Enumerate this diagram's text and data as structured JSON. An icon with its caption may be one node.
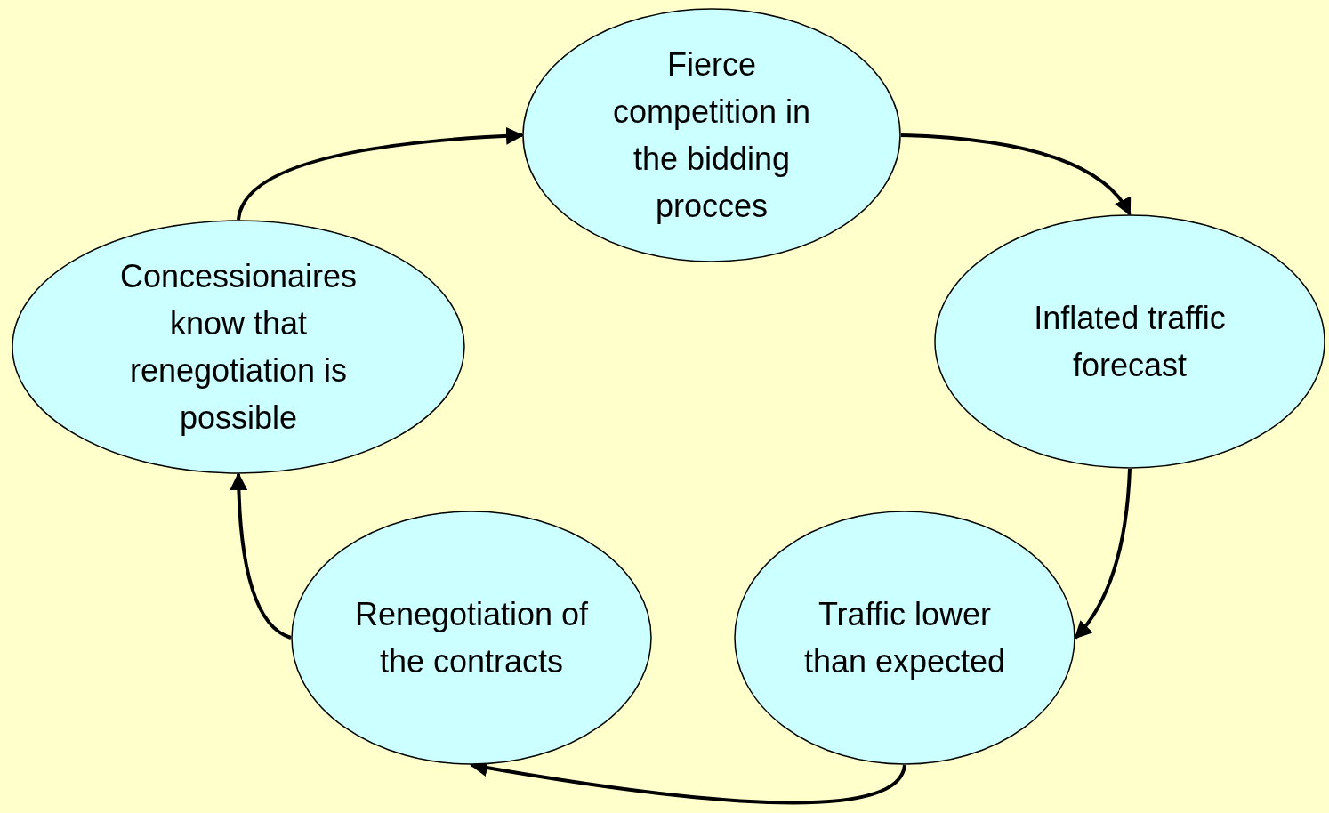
{
  "diagram": {
    "nodes": [
      {
        "text": [
          "Fierce competition in the bidding procces"
        ]
      },
      {
        "text": [
          "Inflated traffic forecast"
        ]
      },
      {
        "text": [
          "Traffic lower than expected"
        ]
      },
      {
        "text": [
          "Renegotiation of the contracts"
        ]
      },
      {
        "text": [
          "Concessionaires know that renegotiation is possible"
        ]
      }
    ],
    "edges": [
      {
        "from": 0,
        "to": 1,
        "arrow": "to"
      },
      {
        "from": 1,
        "to": 2,
        "arrow": "to"
      },
      {
        "from": 2,
        "to": 3,
        "arrow": "to"
      },
      {
        "from": 3,
        "to": 4,
        "arrow": "to"
      },
      {
        "from": 4,
        "to": 0,
        "arrow": "to"
      }
    ]
  }
}
